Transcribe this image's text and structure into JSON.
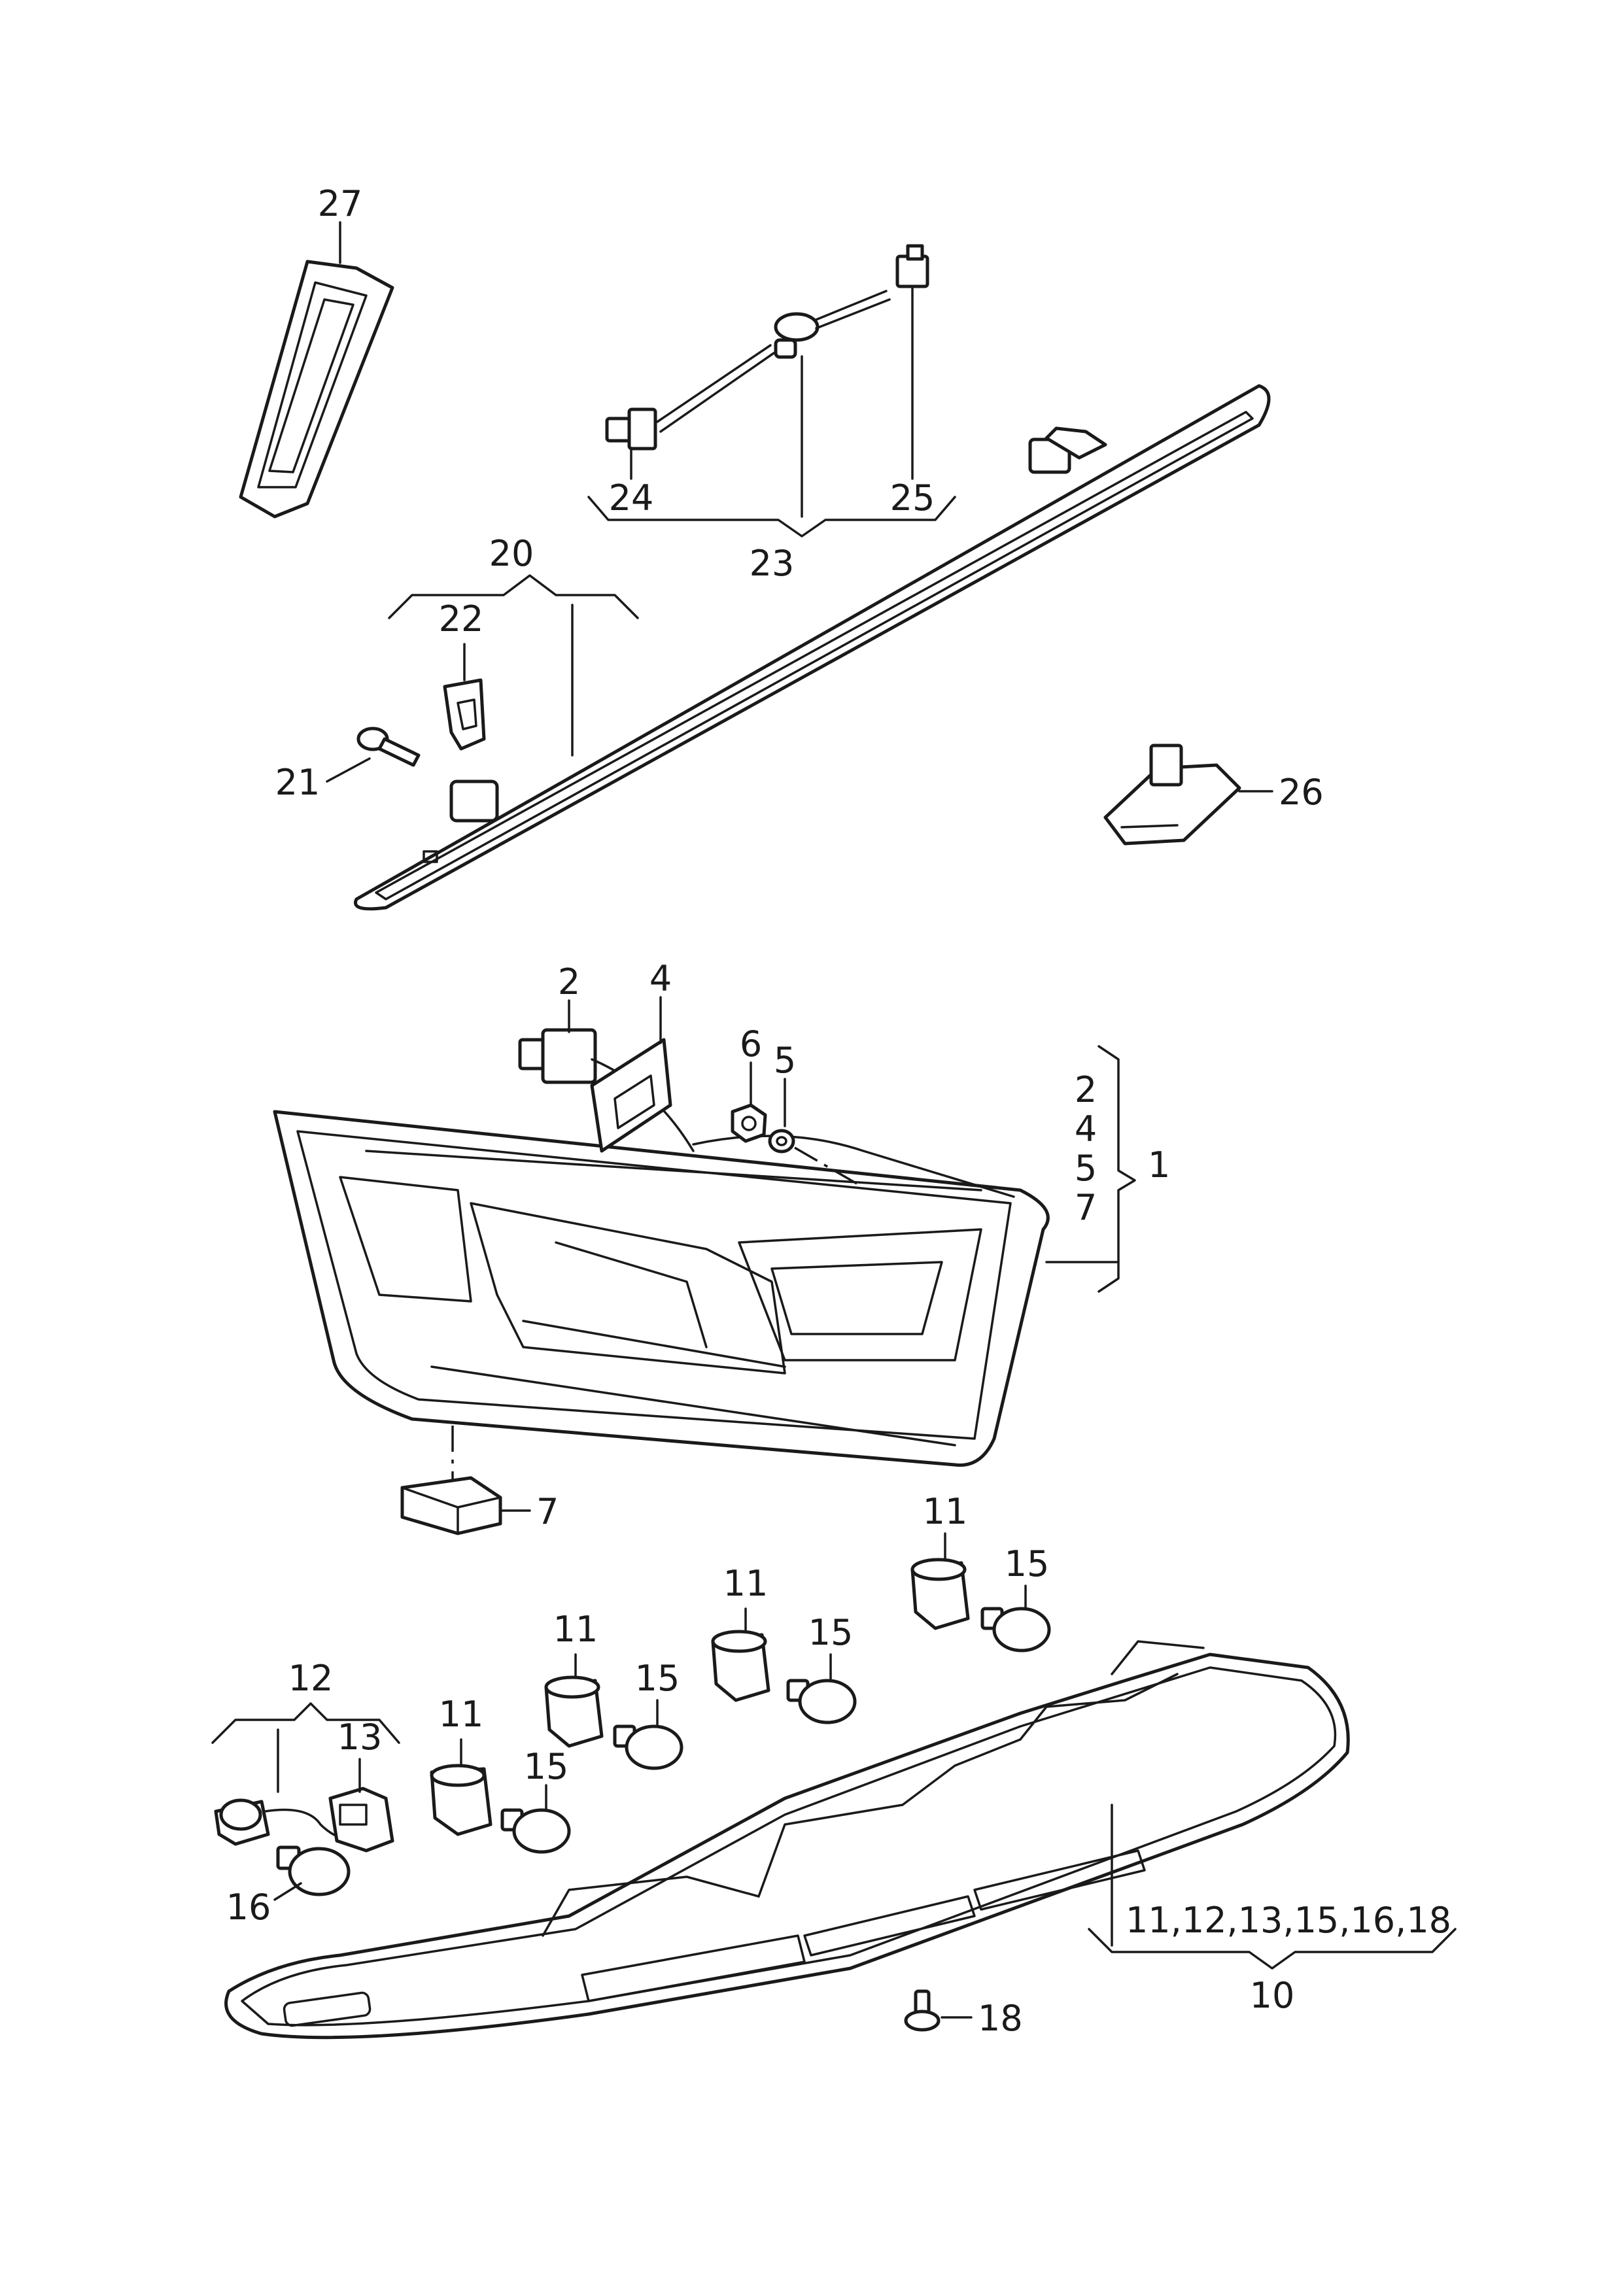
{
  "labels": {
    "p27": "27",
    "p24": "24",
    "p25": "25",
    "p23": "23",
    "p20": "20",
    "p22": "22",
    "p21": "21",
    "p26": "26",
    "p2": "2",
    "p4": "4",
    "p6": "6",
    "p5": "5",
    "g2": "2",
    "g4": "4",
    "g5": "5",
    "g7": "7",
    "p1": "1",
    "p7": "7",
    "p11a": "11",
    "p11b": "11",
    "p11c": "11",
    "p11d": "11",
    "p15a": "15",
    "p15b": "15",
    "p15c": "15",
    "p15d": "15",
    "p12": "12",
    "p13": "13",
    "p16": "16",
    "kit10": "11,12,13,15,16,18",
    "p10": "10",
    "p18": "18"
  }
}
